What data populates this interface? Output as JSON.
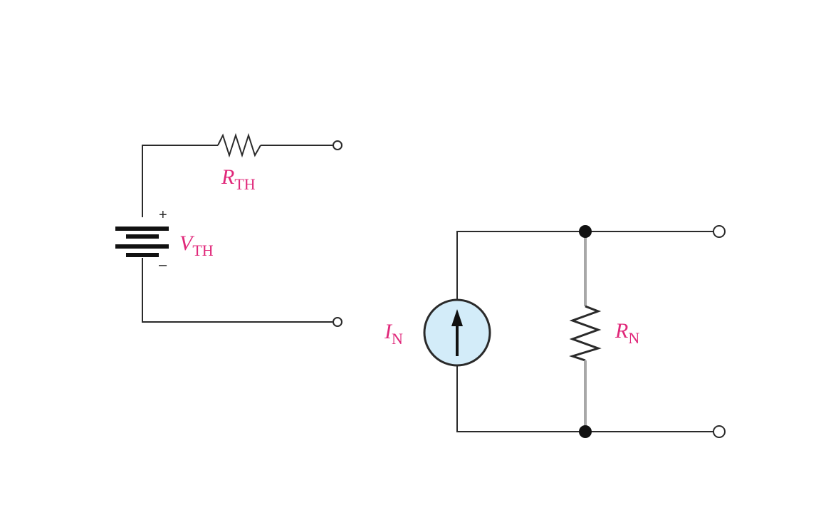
{
  "colors": {
    "wire": "#2a2a2a",
    "label": "#e0287a",
    "source_fill": "#d3ecf9",
    "resistor_lead": "#a8a8a8",
    "terminal_fill": "#ffffff"
  },
  "thevenin": {
    "resistor_label": {
      "main": "R",
      "sub": "TH"
    },
    "source_label": {
      "main": "V",
      "sub": "TH"
    },
    "plus_sign": "+",
    "minus_sign": "–"
  },
  "norton": {
    "source_label": {
      "main": "I",
      "sub": "N"
    },
    "resistor_label": {
      "main": "R",
      "sub": "N"
    }
  }
}
